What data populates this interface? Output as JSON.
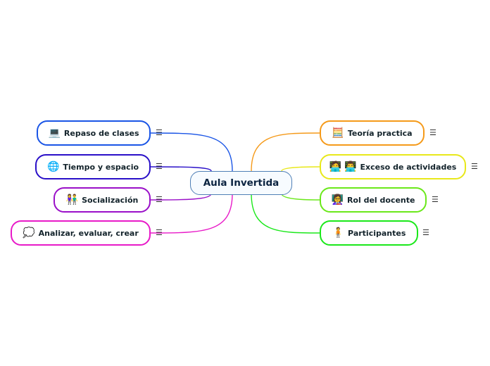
{
  "title": "Aula Invertida",
  "note_icon": "notes-icon",
  "note_glyph": "☰",
  "branches": [
    {
      "id": "repaso",
      "label": "Repaso de clases",
      "icon": "laptop-icon",
      "glyph": "💻",
      "color": "#1a55e6"
    },
    {
      "id": "tiempo",
      "label": "Tiempo y espacio",
      "icon": "globe-icon",
      "glyph": "🌐",
      "color": "#2a10c8"
    },
    {
      "id": "social",
      "label": "Socialización",
      "icon": "people-icon",
      "glyph": "👫",
      "color": "#9a10c8"
    },
    {
      "id": "analizar",
      "label": "Analizar, evaluar, crear",
      "icon": "thought-bubble-icon",
      "glyph": "💭",
      "color": "#e81ac8"
    },
    {
      "id": "teoria",
      "label": "Teoría practica",
      "icon": "abacus-icon",
      "glyph": "🧮",
      "color": "#f59a1a"
    },
    {
      "id": "exceso",
      "label": "Exceso de actividades",
      "icon": "students-icon",
      "glyph": "🧑‍💻",
      "glyph2": "👨‍💻",
      "color": "#e8e81a"
    },
    {
      "id": "rol",
      "label": "Rol del docente",
      "icon": "teacher-icon",
      "glyph": "👩‍🏫",
      "color": "#6ae81a"
    },
    {
      "id": "participantes",
      "label": "Participantes",
      "icon": "person-icon",
      "glyph": "🧍",
      "color": "#1ae81a"
    }
  ]
}
